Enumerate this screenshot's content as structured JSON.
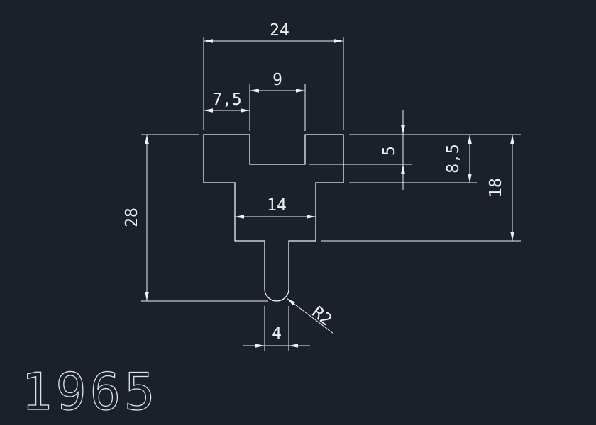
{
  "drawing": {
    "part_number": "1965",
    "dimensions": {
      "overall_width": "24",
      "slot_width": "9",
      "slot_offset": "7,5",
      "slot_depth": "5",
      "shoulder_depth": "8,5",
      "mid_height": "18",
      "overall_height": "28",
      "mid_width": "14",
      "stem_width": "4",
      "fillet_radius": "R2"
    },
    "colors": {
      "background": "#1a212b",
      "line": "#eef1f3"
    }
  }
}
